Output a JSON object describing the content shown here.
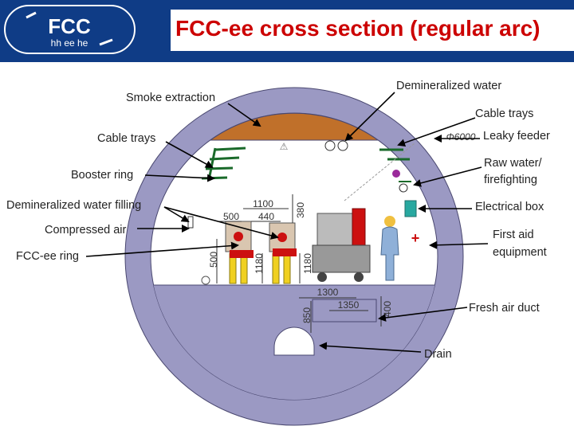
{
  "header": {
    "title": "FCC-ee cross section (regular arc)",
    "logo_main": "FCC",
    "logo_sub": "hh ee he",
    "bg_color": "#0f3c86",
    "title_color": "#cc0000"
  },
  "labels": {
    "smoke_extraction": "Smoke extraction",
    "demineralized_water": "Demineralized water",
    "cable_trays_right": "Cable trays",
    "cable_trays_left": "Cable trays",
    "leaky_feeder": "Leaky feeder",
    "booster_ring": "Booster ring",
    "raw_water_line1": "Raw water/",
    "raw_water_line2": "firefighting",
    "demin_water_filling": "Demineralized water filling",
    "electrical_box": "Electrical box",
    "compressed_air": "Compressed air",
    "first_aid_line1": "First aid",
    "first_aid_line2": "equipment",
    "fcc_ee_ring": "FCC-ee ring",
    "fresh_air_duct": "Fresh air duct",
    "drain": "Drain"
  },
  "dimensions": {
    "diameter": "Φ6000",
    "d1100": "1100",
    "d500": "500",
    "d440": "440",
    "d380": "380",
    "d500v": "500",
    "d1180a": "1180",
    "d1180b": "1180",
    "d1300": "1300",
    "d1350": "1350",
    "d850": "850",
    "d400": "400"
  },
  "colors": {
    "tunnel_wall": "#9b99c3",
    "tunnel_outline": "#4a4870",
    "smoke_duct": "#c0702a",
    "magnet_yellow": "#f0d020",
    "magnet_red": "#cc1010",
    "electrical_box": "#28a8a0",
    "tray_green": "#1a6a2a"
  }
}
